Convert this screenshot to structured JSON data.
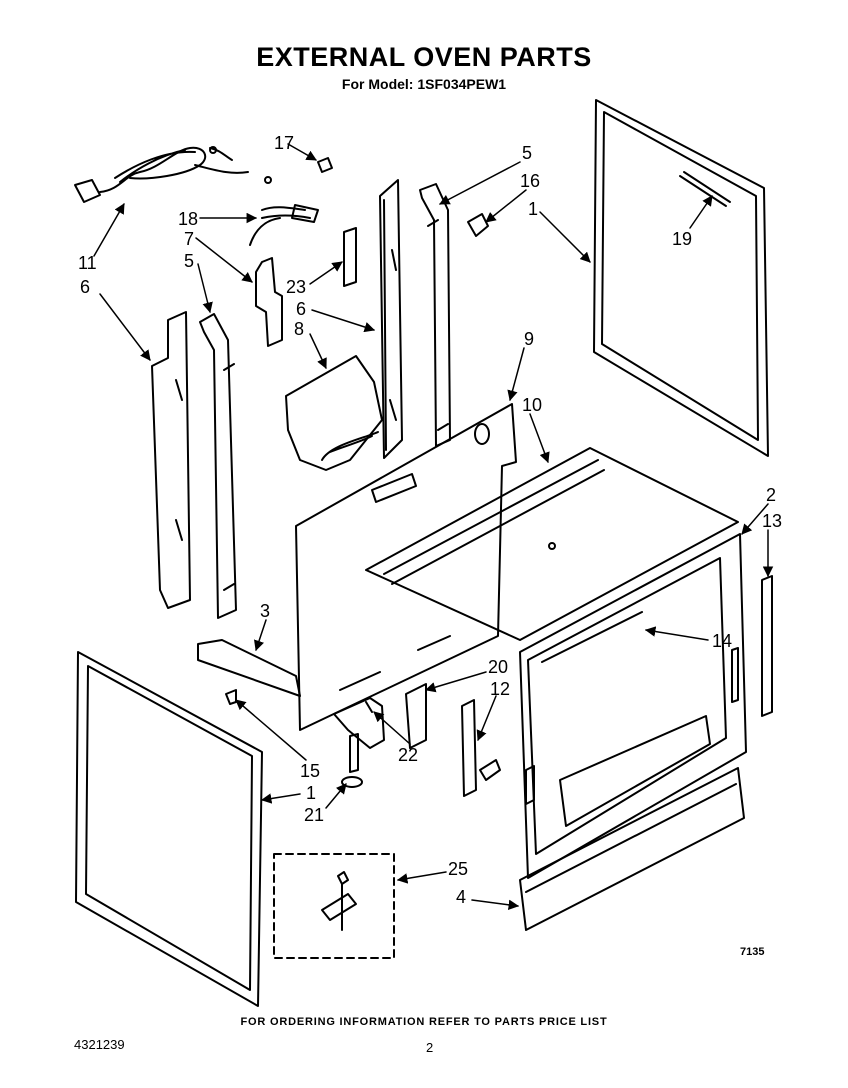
{
  "header": {
    "title": "EXTERNAL OVEN PARTS",
    "subtitle": "For Model: 1SF034PEW1"
  },
  "callouts": {
    "c1a": "1",
    "c1b": "1",
    "c2": "2",
    "c3": "3",
    "c4": "4",
    "c5a": "5",
    "c5b": "5",
    "c6a": "6",
    "c6b": "6",
    "c7": "7",
    "c8": "8",
    "c9": "9",
    "c10": "10",
    "c11": "11",
    "c12": "12",
    "c13": "13",
    "c14": "14",
    "c15": "15",
    "c16": "16",
    "c17": "17",
    "c18": "18",
    "c19": "19",
    "c20": "20",
    "c21": "21",
    "c22": "22",
    "c23": "23",
    "c25": "25"
  },
  "footer": {
    "note": "FOR ORDERING INFORMATION REFER TO PARTS PRICE LIST",
    "doc_number": "4321239",
    "page_number": "2",
    "figure_number": "7135"
  }
}
